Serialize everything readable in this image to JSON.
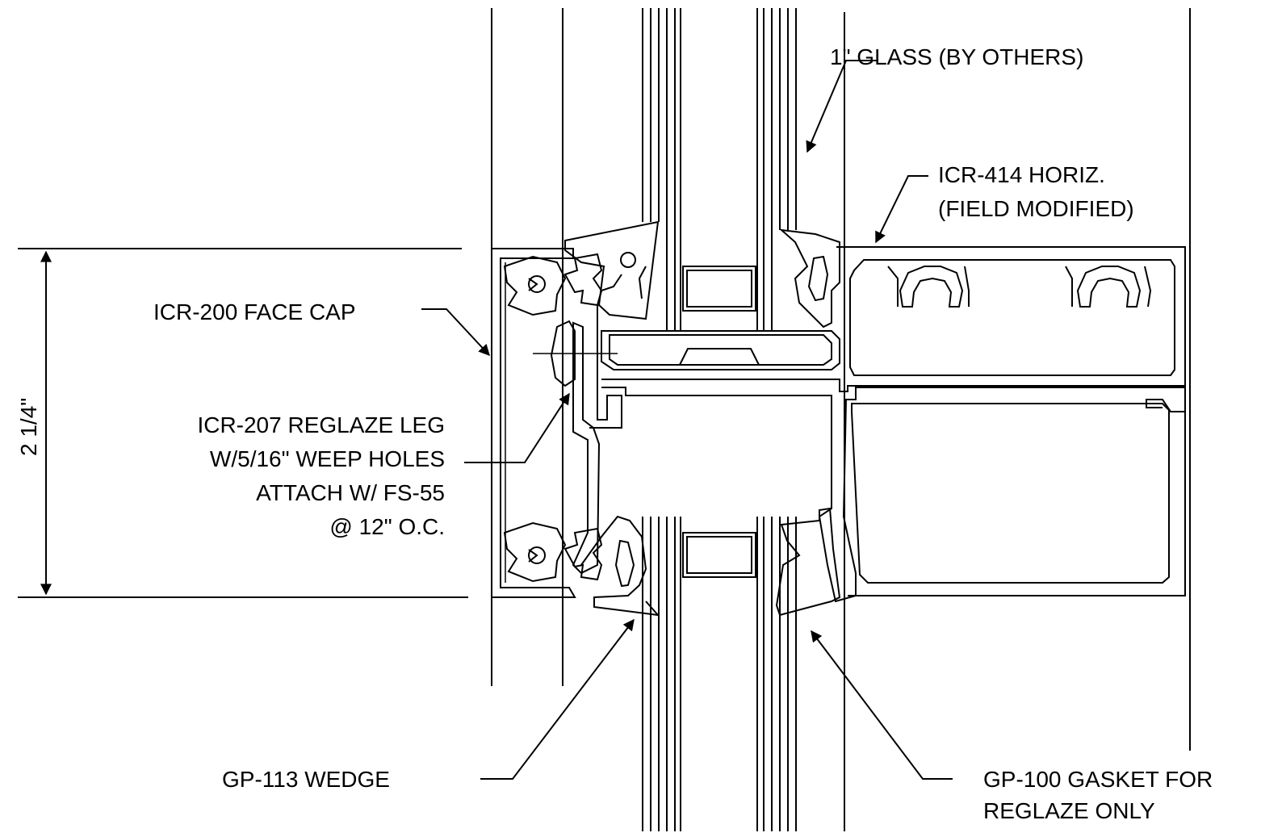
{
  "labels": {
    "glass": "1\" GLASS (BY OTHERS)",
    "horiz_line1": "ICR-414 HORIZ.",
    "horiz_line2": "(FIELD MODIFIED)",
    "face_cap": "ICR-200 FACE CAP",
    "reglaze_line1": "ICR-207 REGLAZE LEG",
    "reglaze_line2": "W/5/16\" WEEP HOLES",
    "reglaze_line3": "ATTACH W/ FS-55",
    "reglaze_line4": "@ 12\" O.C.",
    "wedge": "GP-113 WEDGE",
    "gasket_line1": "GP-100 GASKET FOR",
    "gasket_line2": "REGLAZE ONLY",
    "dimension": "2 1/4\""
  }
}
